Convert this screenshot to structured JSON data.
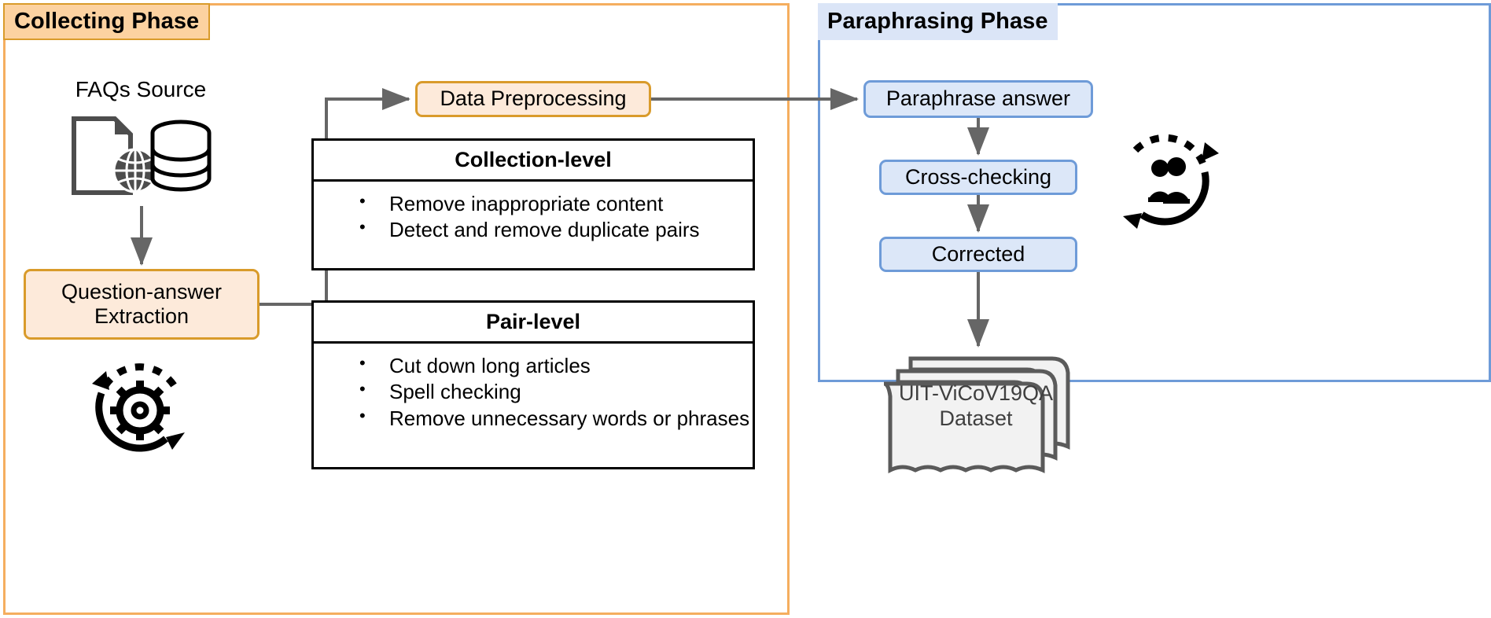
{
  "diagram": {
    "title": "UIT-ViCoV19QA dataset construction pipeline",
    "colors": {
      "orange_border": "#d99b2b",
      "orange_fill": "#fdeada",
      "orange_phase_border": "#f5ae5f",
      "orange_phase_label_fill": "#fcd2a1",
      "blue_border": "#6e9bd8",
      "blue_fill": "#dce7f8",
      "blue_phase_label_fill": "#dbe5f7",
      "arrow_gray": "#666666",
      "table_border": "#000000",
      "dataset_gray": "#5a5a5a"
    }
  },
  "collecting_phase": {
    "label": "Collecting Phase",
    "faqs_source_label": "FAQs Source",
    "faqs_source_icon": "document-globe-database-icon",
    "gear_cycle_icon": "gear-cycle-icon",
    "qa_extraction_label": "Question-answer\nExtraction",
    "data_preprocessing_label": "Data Preprocessing",
    "tables": [
      {
        "heading": "Collection-level",
        "items": [
          "Remove inappropriate content",
          "Detect and remove duplicate pairs"
        ]
      },
      {
        "heading": "Pair-level",
        "items": [
          "Cut down long articles",
          "Spell checking",
          "Remove unnecessary words or phrases"
        ]
      }
    ]
  },
  "paraphrasing_phase": {
    "label": "Paraphrasing Phase",
    "people_cycle_icon": "people-cycle-icon",
    "nodes": [
      {
        "label": "Paraphrase answer"
      },
      {
        "label": "Cross-checking"
      },
      {
        "label": "Corrected"
      }
    ]
  },
  "output": {
    "dataset_icon": "stacked-documents-icon",
    "dataset_label": "UIT-ViCoV19QA\nDataset"
  }
}
